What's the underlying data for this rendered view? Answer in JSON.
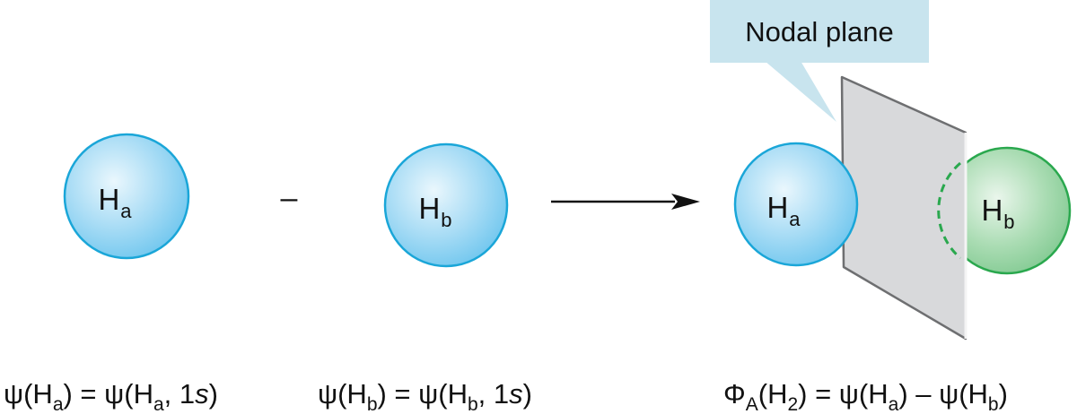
{
  "atoms": {
    "a": {
      "main": "H",
      "sub": "a"
    },
    "b": {
      "main": "H",
      "sub": "b"
    }
  },
  "operator": "–",
  "callout": {
    "text": "Nodal plane"
  },
  "equations": {
    "left": {
      "p1": "ψ(H",
      "s1": "a",
      "p2": ") = ψ(H",
      "s2": "a",
      "p3": ", 1",
      "it": "s",
      "p4": ")"
    },
    "middle": {
      "p1": "ψ(H",
      "s1": "b",
      "p2": ") = ψ(H",
      "s2": "b",
      "p3": ", 1",
      "it": "s",
      "p4": ")"
    },
    "right": {
      "p1": "Φ",
      "s1": "A",
      "p2": "(H",
      "s2": "2",
      "p3": ") = ψ(H",
      "s3": "a",
      "p4": ") – ψ(H",
      "s4": "b",
      "p5": ")"
    }
  },
  "colors": {
    "blue_fill": "#a8dcf5",
    "blue_stroke": "#1aa6d8",
    "green_fill": "#aadcb3",
    "green_stroke": "#2aa84e",
    "plane_fill": "#d8d9db",
    "plane_stroke": "#6e6f71",
    "callout_fill": "#c8e4ee"
  }
}
